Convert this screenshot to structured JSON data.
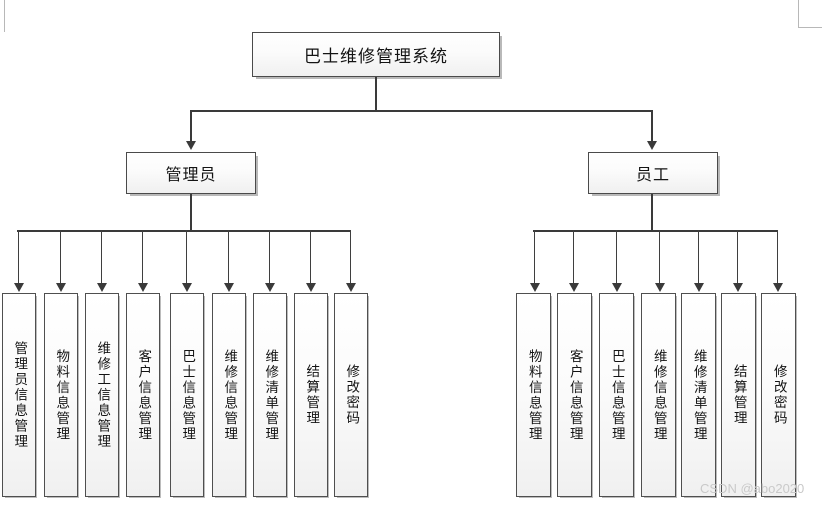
{
  "diagram": {
    "title": "巴士维修管理系统",
    "root": {
      "label": "巴士维修管理系统"
    },
    "branches": [
      {
        "label": "管理员"
      },
      {
        "label": "员工"
      }
    ],
    "admin_leaves": [
      {
        "label": "管理员信息管理"
      },
      {
        "label": "物料信息管理"
      },
      {
        "label": "维修工信息管理"
      },
      {
        "label": "客户信息管理"
      },
      {
        "label": "巴士信息管理"
      },
      {
        "label": "维修信息管理"
      },
      {
        "label": "维修清单管理"
      },
      {
        "label": "结算管理"
      },
      {
        "label": "修改密码"
      }
    ],
    "employee_leaves": [
      {
        "label": "物料信息管理"
      },
      {
        "label": "客户信息管理"
      },
      {
        "label": "巴士信息管理"
      },
      {
        "label": "维修信息管理"
      },
      {
        "label": "维修清单管理"
      },
      {
        "label": "结算管理"
      },
      {
        "label": "修改密码"
      }
    ]
  },
  "watermark": {
    "text": "CSDN @abo2020"
  },
  "colors": {
    "line": "#3a3a3a",
    "node_border": "#4f4f4f",
    "node_fill": "#fbfbfb",
    "shadow": "#b9b9b9",
    "text": "#141414",
    "watermark": "#c9c9c9",
    "corner_mark": "#b8b8b8"
  }
}
